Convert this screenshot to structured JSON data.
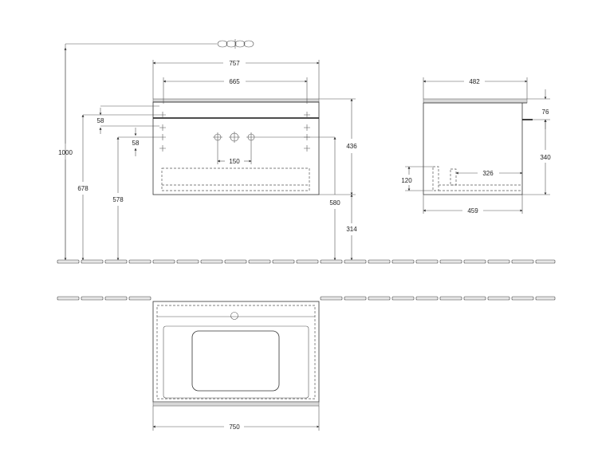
{
  "dimensions": {
    "front_overall_width": "757",
    "front_inner_width": "665",
    "total_height": "1000",
    "height_678": "678",
    "height_578": "578",
    "spacing_58_top": "58",
    "spacing_58_lower": "58",
    "hole_spacing": "150",
    "cabinet_height": "436",
    "height_580": "580",
    "floor_gap": "314",
    "side_depth_top": "482",
    "side_76": "76",
    "side_340": "340",
    "side_120": "120",
    "side_326": "326",
    "side_depth_bottom": "459",
    "plan_width": "750"
  }
}
